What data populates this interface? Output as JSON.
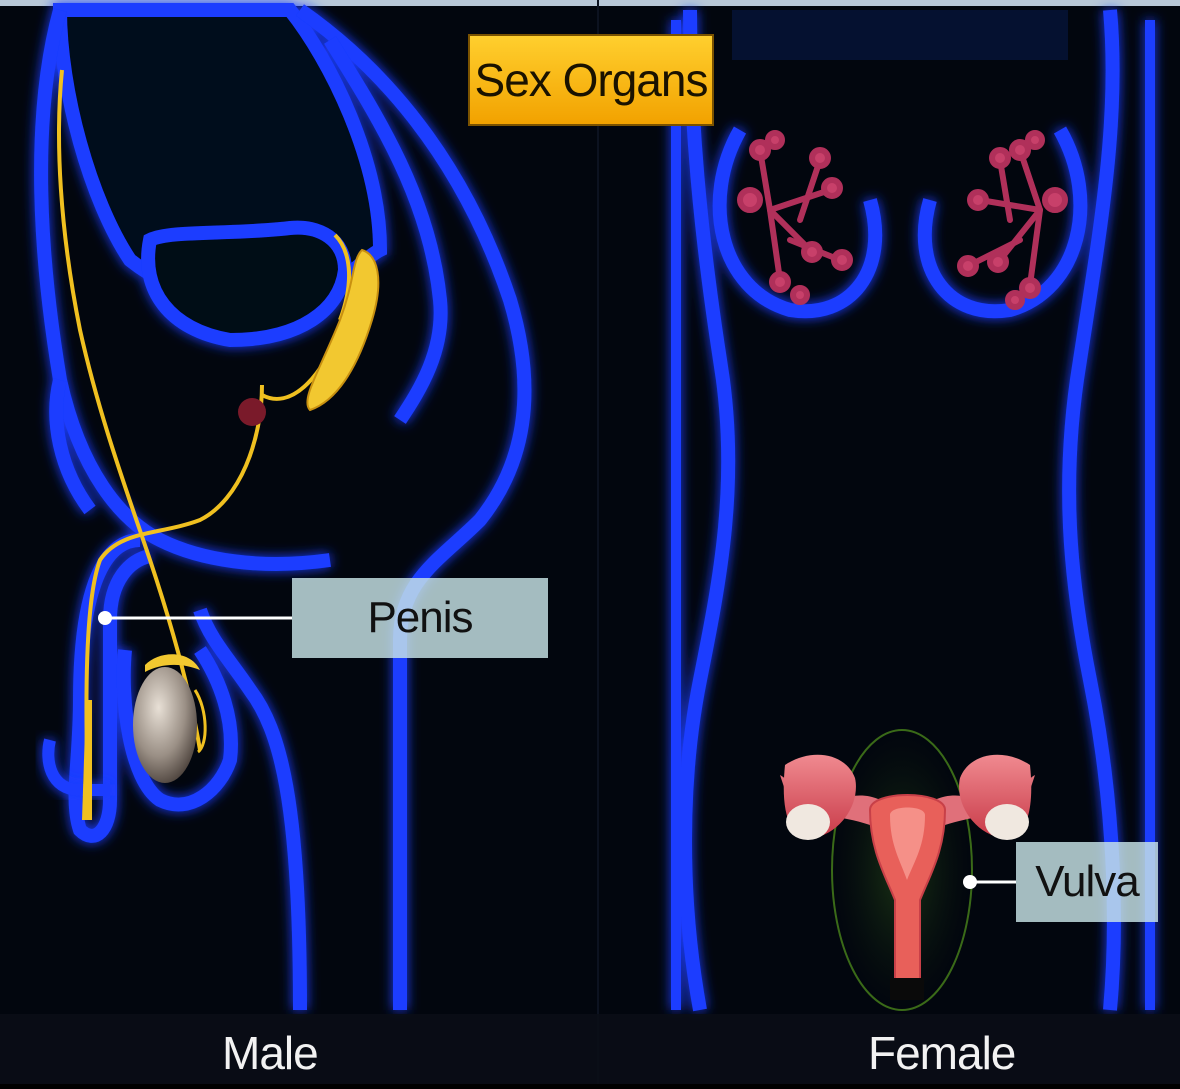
{
  "title": "Sex Organs",
  "labels": {
    "penis": "Penis",
    "vulva": "Vulva"
  },
  "captions": {
    "male": "Male",
    "female": "Female"
  },
  "colors": {
    "background": "#02060e",
    "body_outline": "#1a3cff",
    "body_glow": "#2a60ff",
    "duct_yellow": "#f0c020",
    "title_box": "#f5b400",
    "label_box": "#c8e4e8",
    "breast_tissue": "#b0305a",
    "uterus": "#e8605a"
  }
}
